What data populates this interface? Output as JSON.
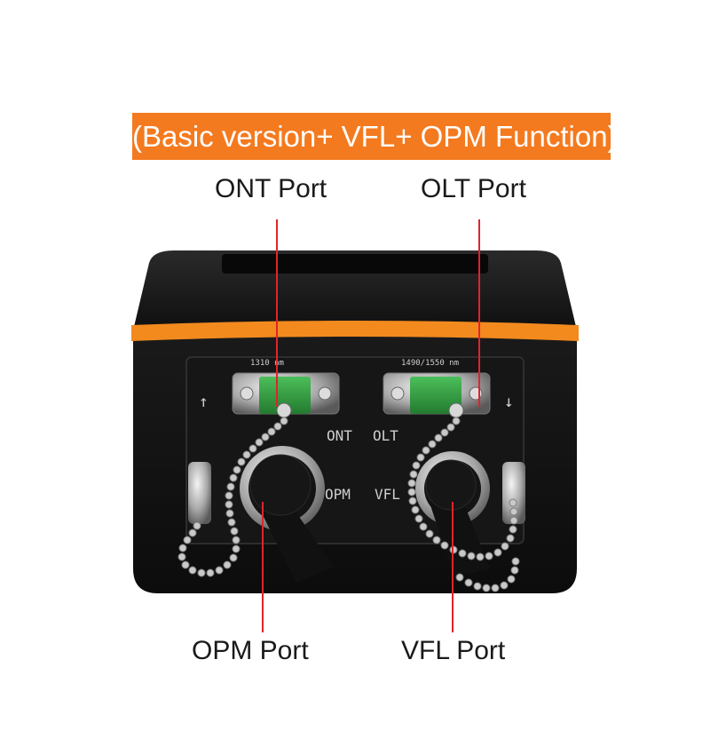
{
  "banner": {
    "text": "(Basic version+ VFL+ OPM Function)",
    "color": "#f47a1f"
  },
  "callouts": {
    "ont": "ONT Port",
    "olt": "OLT Port",
    "opm": "OPM Port",
    "vfl": "VFL Port",
    "line_color": "#e0242a"
  },
  "device": {
    "body_color": "#1c1c1c",
    "stripe_color": "#f28a1e",
    "connector_color": "#2e9a3e",
    "wavelength_left": "1310 nm",
    "wavelength_right": "1490/1550 nm",
    "panel_ont": "ONT",
    "panel_olt": "OLT",
    "panel_opm": "OPM",
    "panel_vfl": "VFL",
    "arrow_up": "↑",
    "arrow_down": "↓"
  }
}
